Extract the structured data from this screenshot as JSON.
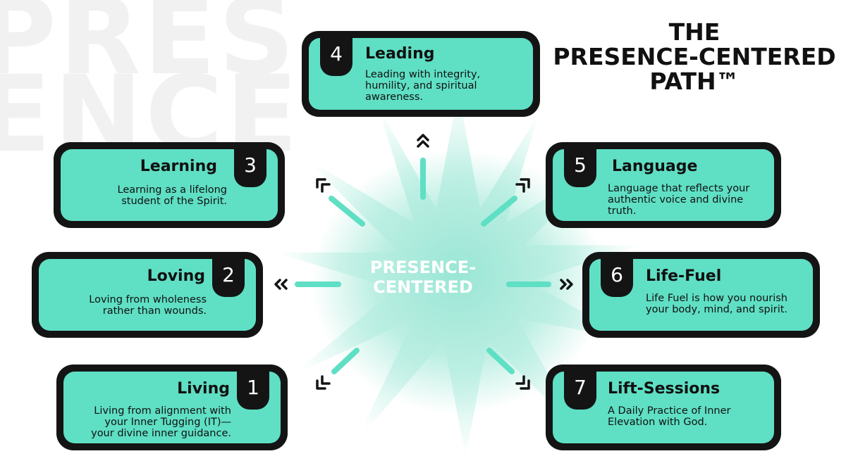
{
  "background_words": [
    "PRES",
    "ENCE"
  ],
  "title": {
    "line1": "THE",
    "line2": "PRESENCE-CENTERED",
    "line3": "PATH™"
  },
  "center": {
    "line1": "PRESENCE-",
    "line2": "CENTERED"
  },
  "colors": {
    "card_fill": "#5fdfc4",
    "card_border": "#141414",
    "burst": "#9ae6d5",
    "center_text": "#ffffff"
  },
  "steps": [
    {
      "number": "1",
      "title": "Living",
      "desc_lines": [
        "Living from alignment with",
        "your Inner Tugging (IT)—",
        "your divine inner guidance."
      ]
    },
    {
      "number": "2",
      "title": "Loving",
      "desc_lines": [
        "Loving from wholeness",
        "rather than wounds."
      ]
    },
    {
      "number": "3",
      "title": "Learning",
      "desc_lines": [
        "Learning as a lifelong",
        "student of the Spirit."
      ]
    },
    {
      "number": "4",
      "title": "Leading",
      "desc_lines": [
        "Leading with integrity,",
        "humility, and spiritual",
        "awareness."
      ]
    },
    {
      "number": "5",
      "title": "Language",
      "desc_lines": [
        "Language that reflects your",
        "authentic voice and divine",
        "truth."
      ]
    },
    {
      "number": "6",
      "title": "Life-Fuel",
      "desc_lines": [
        "Life Fuel is how you nourish",
        "your body, mind, and spirit."
      ]
    },
    {
      "number": "7",
      "title": "Lift-Sessions",
      "desc_lines": [
        "A Daily Practice of Inner",
        "Elevation with God."
      ]
    }
  ]
}
